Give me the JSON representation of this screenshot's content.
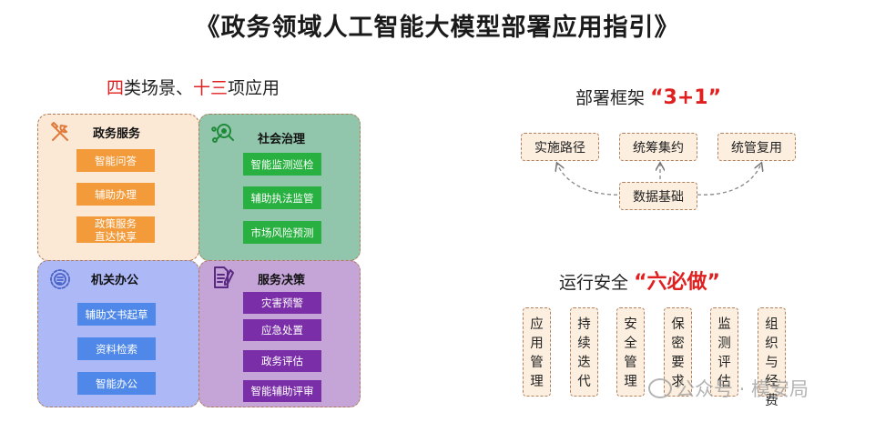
{
  "title": "《政务领域人工智能大模型部署应用指引》",
  "left": {
    "heading": {
      "part1": "四",
      "part2": "类场景、",
      "part3": "十三",
      "part4": "项应用"
    },
    "quadrants": [
      {
        "name": "政务服务",
        "icon": "wrench-screwdriver-icon",
        "color": "#fbe8d5",
        "button_color": "#f39a3a",
        "items": [
          {
            "l1": "智能问答"
          },
          {
            "l1": "辅助办理"
          },
          {
            "l1": "政策服务",
            "l2": "直达快享"
          }
        ]
      },
      {
        "name": "社会治理",
        "icon": "network-search-icon",
        "color": "#92c6ac",
        "button_color": "#28b040",
        "items": [
          {
            "l1": "智能监测巡检"
          },
          {
            "l1": "辅助执法监管"
          },
          {
            "l1": "市场风险预测"
          }
        ]
      },
      {
        "name": "机关办公",
        "icon": "office-settings-icon",
        "color": "#adb9f6",
        "button_color": "#4f88e8",
        "items": [
          {
            "l1": "辅助文书起草"
          },
          {
            "l1": "资料检索"
          },
          {
            "l1": "智能办公"
          }
        ]
      },
      {
        "name": "服务决策",
        "icon": "document-pen-icon",
        "color": "#c5a4d8",
        "button_color": "#7a2fa8",
        "items": [
          {
            "l1": "灾害预警"
          },
          {
            "l1": "应急处置"
          },
          {
            "l1": "政务评估"
          },
          {
            "l1": "智能辅助评审"
          }
        ]
      }
    ]
  },
  "framework": {
    "label": "部署框架",
    "highlight": "“3+1”",
    "top_boxes": [
      "实施路径",
      "统筹集约",
      "统管复用"
    ],
    "base_box": "数据基础"
  },
  "security": {
    "label": "运行安全",
    "highlight": "“六必做”",
    "boxes": [
      "应用管理",
      "持续迭代",
      "安全管理",
      "保密要求",
      "监测评估",
      "组织与经费"
    ]
  },
  "watermark": "公众号 · 模安局",
  "colors": {
    "accent_red": "#e02020",
    "dashed_border": "#b08060",
    "box_fill": "#fcefdf"
  }
}
